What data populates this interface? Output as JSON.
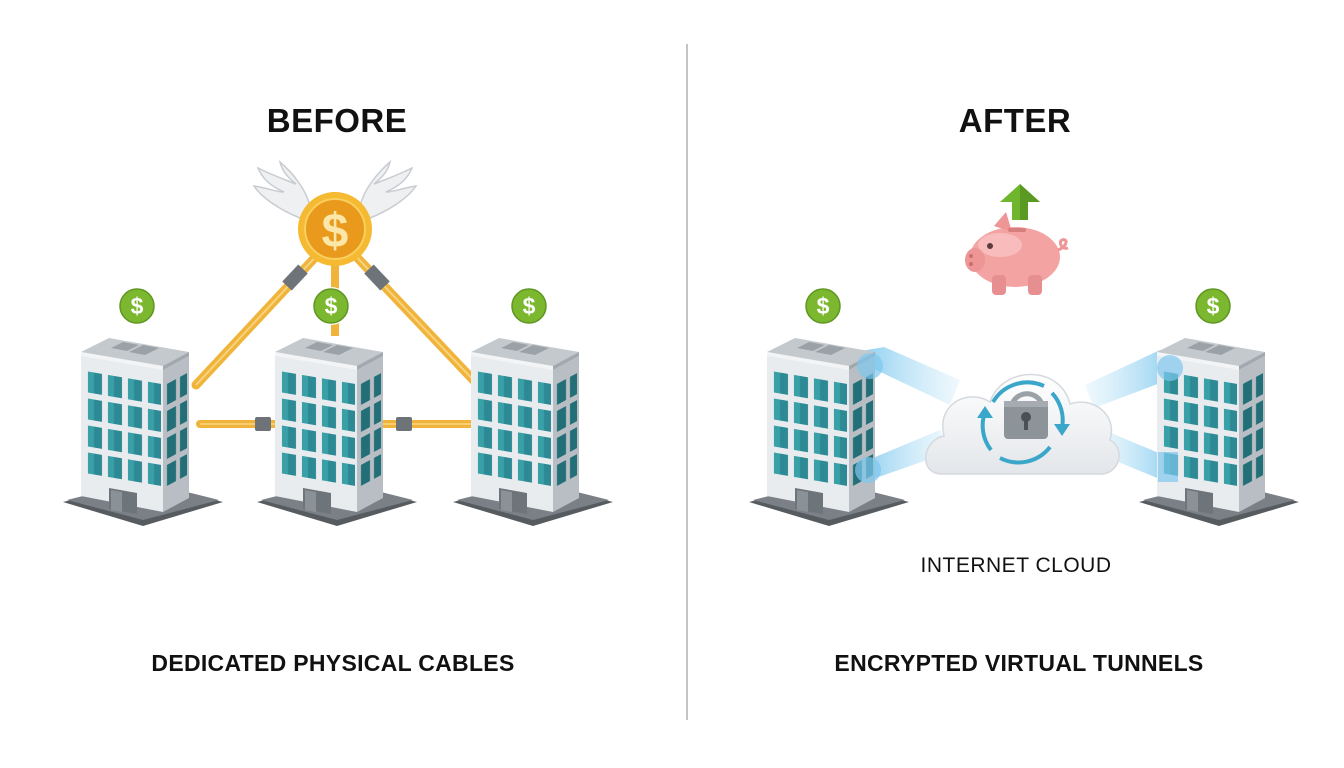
{
  "before": {
    "title": "BEFORE",
    "caption": "DEDICATED PHYSICAL CABLES"
  },
  "after": {
    "title": "AFTER",
    "caption": "ENCRYPTED VIRTUAL TUNNELS",
    "cloud_label": "INTERNET CLOUD"
  },
  "icons": {
    "dollar_symbol": "$"
  },
  "colors": {
    "building_window": "#2d8a94",
    "building_body": "#e4e7ea",
    "cable": "#f0b43a",
    "coin": "#f2a81d",
    "dollar_badge": "#7cb82f",
    "piggy_bank": "#f4a3a3",
    "arrow_up": "#6fb52e",
    "tunnel": "#7ec8ee",
    "lock_arrows": "#3aa6c9",
    "divider": "#c4c4c4"
  }
}
